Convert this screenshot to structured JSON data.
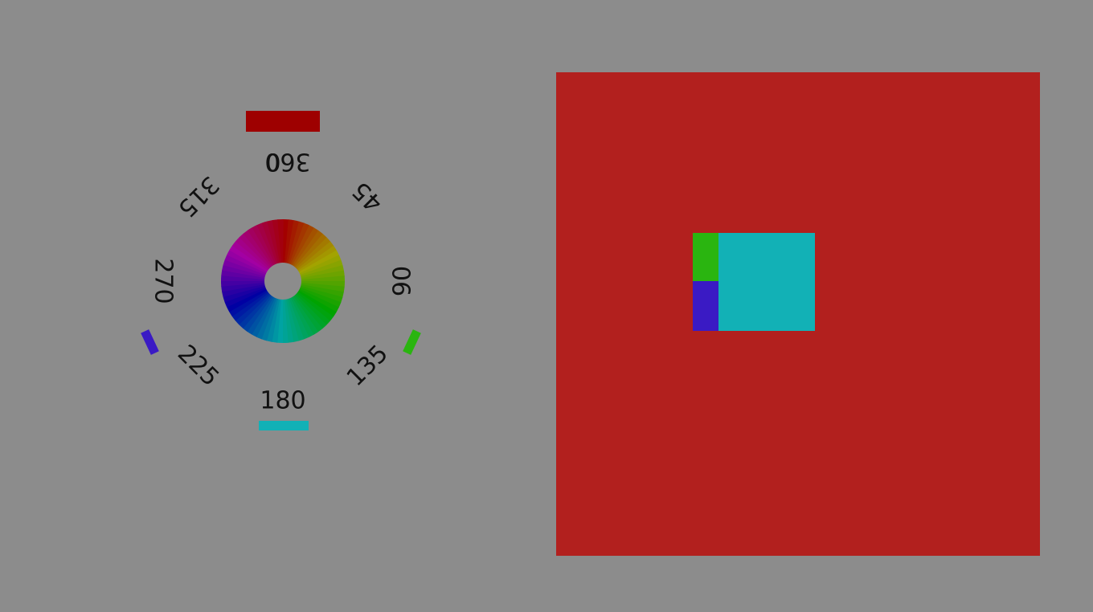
{
  "background": "#8c8c8c",
  "wheel": {
    "labels": [
      {
        "text": "0",
        "angle": 0
      },
      {
        "text": "45",
        "angle": 45
      },
      {
        "text": "90",
        "angle": 90
      },
      {
        "text": "135",
        "angle": 135
      },
      {
        "text": "180",
        "angle": 180
      },
      {
        "text": "225",
        "angle": 225
      },
      {
        "text": "270",
        "angle": 270
      },
      {
        "text": "315",
        "angle": 315
      },
      {
        "text": "360",
        "angle": 360
      }
    ],
    "markers": [
      {
        "name": "red-marker",
        "color": "#9e0000"
      },
      {
        "name": "green-marker",
        "color": "#2ab510"
      },
      {
        "name": "cyan-marker",
        "color": "#12b1b6"
      },
      {
        "name": "blue-marker",
        "color": "#3a1ac4"
      }
    ]
  },
  "panel": {
    "background": "#b2201e",
    "blocks": {
      "green": "#2ab510",
      "blue": "#3a1ac4",
      "cyan": "#12b1b6"
    }
  }
}
